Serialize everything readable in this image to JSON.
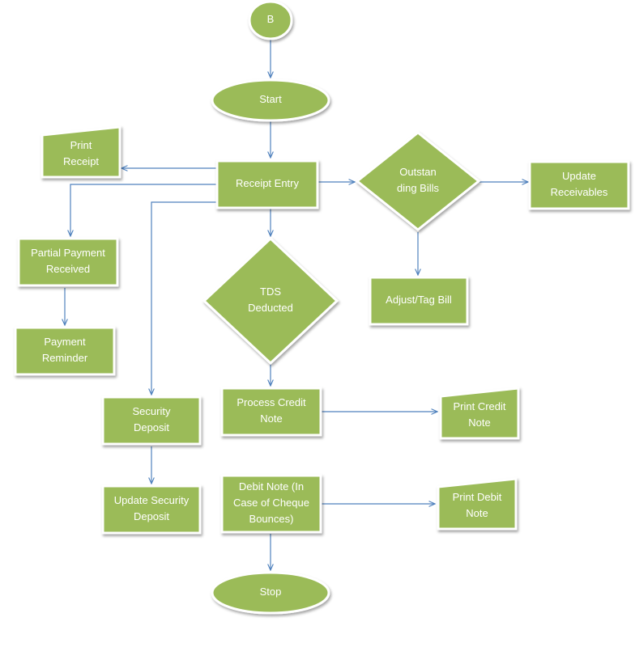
{
  "colors": {
    "node_fill": "#9bbb59",
    "node_stroke": "#ffffff",
    "edge": "#4f81bd",
    "label": "#ffffff"
  },
  "nodes": {
    "b": {
      "shape": "circle",
      "lines": [
        "B"
      ]
    },
    "start": {
      "shape": "terminal",
      "lines": [
        "Start"
      ]
    },
    "print_receipt": {
      "shape": "manual-input",
      "lines": [
        "Print",
        "Receipt"
      ]
    },
    "receipt_entry": {
      "shape": "process",
      "lines": [
        "Receipt Entry"
      ]
    },
    "outstanding_bills": {
      "shape": "decision",
      "lines": [
        "Outstan",
        "ding Bills"
      ]
    },
    "update_receivables": {
      "shape": "process",
      "lines": [
        "Update",
        "Receivables"
      ]
    },
    "partial_payment": {
      "shape": "process",
      "lines": [
        "Partial Payment",
        "Received"
      ]
    },
    "tds_deducted": {
      "shape": "decision",
      "lines": [
        "TDS",
        "Deducted"
      ]
    },
    "adjust_tag_bill": {
      "shape": "process",
      "lines": [
        "Adjust/Tag Bill"
      ]
    },
    "payment_reminder": {
      "shape": "process",
      "lines": [
        "Payment",
        "Reminder"
      ]
    },
    "security_deposit": {
      "shape": "process",
      "lines": [
        "Security",
        "Deposit"
      ]
    },
    "process_credit_note": {
      "shape": "process",
      "lines": [
        "Process Credit",
        "Note"
      ]
    },
    "print_credit_note": {
      "shape": "manual-input",
      "lines": [
        "Print Credit",
        "Note"
      ]
    },
    "update_security_deposit": {
      "shape": "process",
      "lines": [
        "Update Security",
        "Deposit"
      ]
    },
    "debit_note": {
      "shape": "process",
      "lines": [
        "Debit Note (In",
        "Case of Cheque",
        "Bounces)"
      ]
    },
    "print_debit_note": {
      "shape": "manual-input",
      "lines": [
        "Print Debit",
        "Note"
      ]
    },
    "stop": {
      "shape": "terminal",
      "lines": [
        "Stop"
      ]
    }
  },
  "edges": [
    {
      "from": "b",
      "to": "start"
    },
    {
      "from": "start",
      "to": "receipt_entry"
    },
    {
      "from": "receipt_entry",
      "to": "print_receipt"
    },
    {
      "from": "receipt_entry",
      "to": "outstanding_bills"
    },
    {
      "from": "outstanding_bills",
      "to": "update_receivables"
    },
    {
      "from": "outstanding_bills",
      "to": "adjust_tag_bill"
    },
    {
      "from": "receipt_entry",
      "to": "tds_deducted"
    },
    {
      "from": "receipt_entry",
      "to": "partial_payment"
    },
    {
      "from": "partial_payment",
      "to": "payment_reminder"
    },
    {
      "from": "receipt_entry",
      "to": "security_deposit"
    },
    {
      "from": "security_deposit",
      "to": "update_security_deposit"
    },
    {
      "from": "tds_deducted",
      "to": "process_credit_note"
    },
    {
      "from": "process_credit_note",
      "to": "print_credit_note"
    },
    {
      "from": "debit_note",
      "to": "print_debit_note"
    },
    {
      "from": "debit_note",
      "to": "stop"
    }
  ]
}
